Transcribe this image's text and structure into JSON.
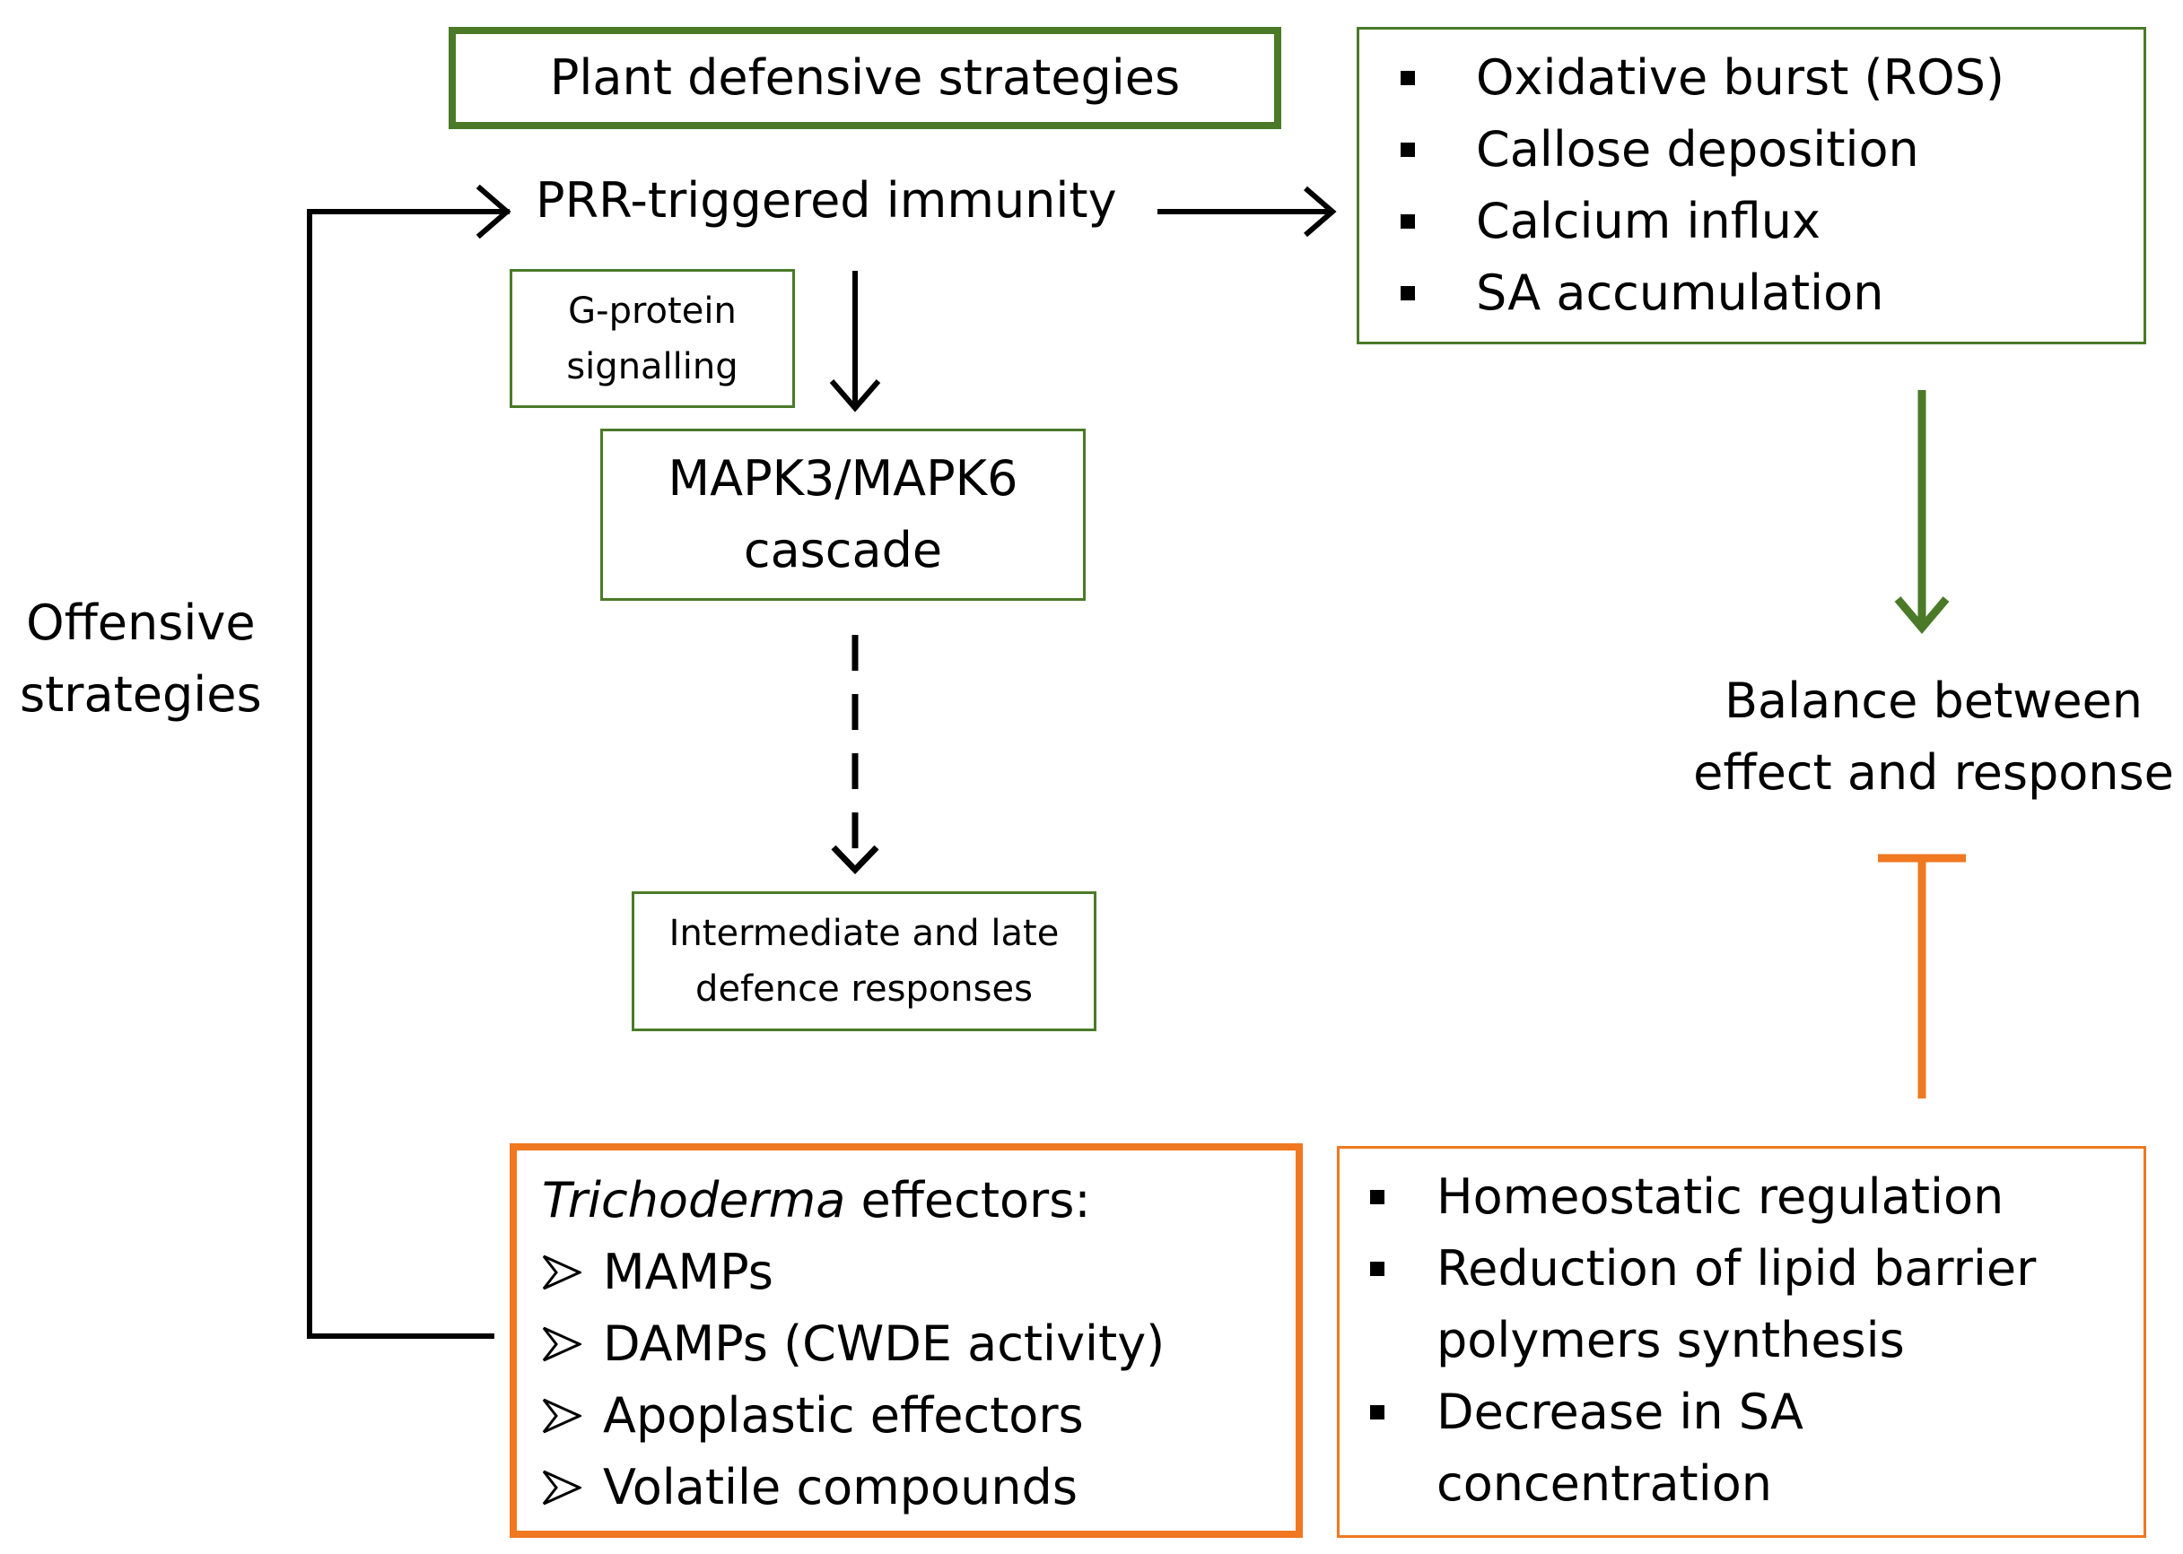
{
  "title_box": {
    "label": "Plant defensive strategies"
  },
  "prr_label": "PRR-triggered immunity",
  "offensive_label": {
    "line1": "Offensive",
    "line2": "strategies"
  },
  "gprotein_box": {
    "line1": "G-protein",
    "line2": "signalling"
  },
  "mapk_box": {
    "line1": "MAPK3/MAPK6",
    "line2": "cascade"
  },
  "late_box": {
    "line1": "Intermediate and late",
    "line2": "defence responses"
  },
  "early_responses": {
    "items": [
      {
        "label": "Oxidative burst (ROS)"
      },
      {
        "label": "Callose deposition"
      },
      {
        "label": "Calcium influx"
      },
      {
        "label": "SA accumulation"
      }
    ]
  },
  "balance_label": {
    "line1": "Balance between",
    "line2": "effect and response"
  },
  "effectors_box": {
    "title_italic": "Trichoderma",
    "title_rest": " effectors:",
    "items": [
      {
        "label": "MAMPs"
      },
      {
        "label": "DAMPs (CWDE activity)"
      },
      {
        "label": "Apoplastic effectors"
      },
      {
        "label": "Volatile compounds"
      }
    ]
  },
  "counter_box": {
    "items": [
      {
        "line1": "Homeostatic regulation",
        "line2": ""
      },
      {
        "line1": "Reduction of lipid barrier",
        "line2": "polymers synthesis"
      },
      {
        "line1": "Decrease in SA",
        "line2": "concentration"
      }
    ]
  },
  "colors": {
    "green": "#4a7a28",
    "orange": "#f07820",
    "black": "#000000"
  }
}
